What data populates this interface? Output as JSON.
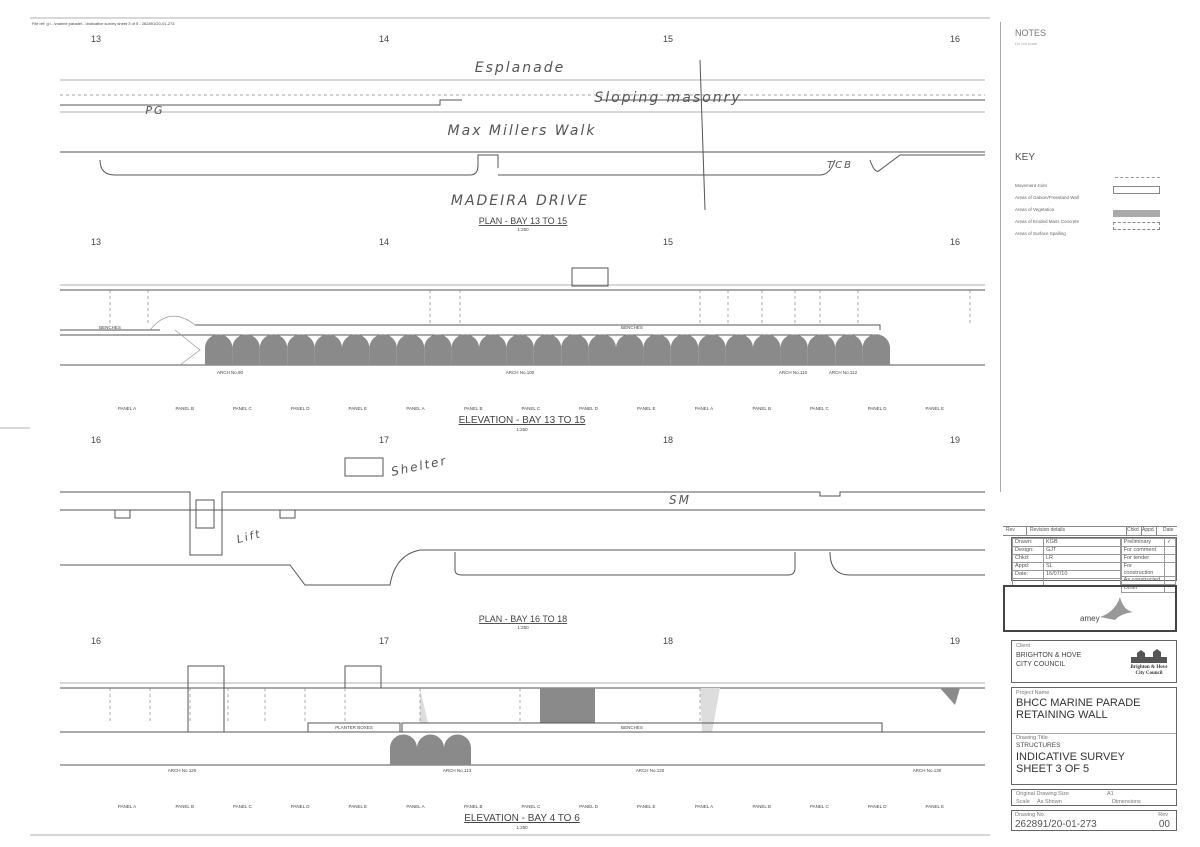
{
  "header_strip": "File ref: g:\\...\\marine parade\\...\\indicative survey sheet 3 of 5 - 262891/20-01-273",
  "notes": {
    "title": "NOTES",
    "subtitle": "Do not scale"
  },
  "key": {
    "title": "KEY",
    "items": [
      "Movement Joint",
      "Areas of Gabion/Freestand Wall",
      "Areas of Vegetation",
      "Areas of Eroded Mass Concrete",
      "Areas of Surface Spalling"
    ]
  },
  "plan1": {
    "bays": [
      "13",
      "14",
      "15",
      "16"
    ],
    "labels": {
      "esplanade": "Esplanade",
      "sloping": "Sloping masonry",
      "walk": "Max Millers Walk",
      "pg": "PG",
      "tcb": "TCB",
      "drive": "MADEIRA DRIVE"
    },
    "title": "PLAN - BAY 13 TO 15",
    "scale": "1:250"
  },
  "elev1": {
    "bays": [
      "13",
      "14",
      "15",
      "16"
    ],
    "benches": [
      "BENCHES",
      "BENCHES"
    ],
    "arches": [
      "ARCH No.90",
      "ARCH No.100",
      "ARCH No.110",
      "ARCH No.112"
    ],
    "panels": [
      "PANEL A",
      "PANEL B",
      "PANEL C",
      "PANEL D",
      "PANEL E",
      "PANEL A",
      "PANEL B",
      "PANEL C",
      "PANEL D",
      "PANEL E",
      "PANEL A",
      "PANEL B",
      "PANEL C",
      "PANEL D",
      "PANEL E"
    ],
    "title": "ELEVATION - BAY 13 TO 15",
    "scale": "1:250"
  },
  "plan2": {
    "bays": [
      "16",
      "17",
      "18",
      "19"
    ],
    "labels": {
      "shelter": "Shelter",
      "sm": "SM",
      "lift": "Lift"
    },
    "title": "PLAN - BAY 16 TO 18",
    "scale": "1:250"
  },
  "elev2": {
    "bays": [
      "16",
      "17",
      "18",
      "19"
    ],
    "planter": "PLANTER BOXES",
    "benches": "BENCHES",
    "arches": [
      "ARCH No.120",
      "ARCH No.113",
      "ARCH No.120",
      "ARCH No.130"
    ],
    "panels": [
      "PANEL A",
      "PANEL B",
      "PANEL C",
      "PANEL D",
      "PANEL E",
      "PANEL A",
      "PANEL B",
      "PANEL C",
      "PANEL D",
      "PANEL E",
      "PANEL A",
      "PANEL B",
      "PANEL C",
      "PANEL D",
      "PANEL E"
    ],
    "title": "ELEVATION - BAY 4 TO 6",
    "scale": "1:250"
  },
  "title_block": {
    "revision_headers": [
      "Rev",
      "Revision details",
      "Chkd",
      "Appd",
      "Date"
    ],
    "people": [
      {
        "label": "Drawn:",
        "value": "KGB"
      },
      {
        "label": "Design:",
        "value": "GJT"
      },
      {
        "label": "Chkd:",
        "value": "LR"
      },
      {
        "label": "Appd:",
        "value": "SL"
      },
      {
        "label": "Date:",
        "value": "16/07/10"
      }
    ],
    "status": [
      "Preliminary",
      "For comment",
      "For tender",
      "For construction",
      "As constructed",
      "Other"
    ],
    "status_checked": "Preliminary",
    "check_mark": "✓",
    "logo": "amey",
    "client_label": "Client",
    "client": "BRIGHTON & HOVE CITY COUNCIL",
    "client_logo": "Brighton & Hove City Council",
    "project_label": "Project Name",
    "project": "BHCC MARINE PARADE RETAINING WALL",
    "drawing_title_label": "Drawing Title",
    "drawing_subtitle": "STRUCTURES",
    "drawing_title": "INDICATIVE SURVEY SHEET 3 OF 5",
    "orig_size_label": "Original Drawing Size",
    "orig_size": "A1",
    "scale_label": "Scale",
    "scale": "As Shown",
    "dims_label": "Dimensions",
    "drawing_no_label": "Drawing No.",
    "drawing_no": "262891/20-01-273",
    "rev_label": "Rev",
    "rev": "00"
  },
  "accent_colors": {
    "eroded_concrete": "#8a8a8a",
    "line": "#555555"
  }
}
